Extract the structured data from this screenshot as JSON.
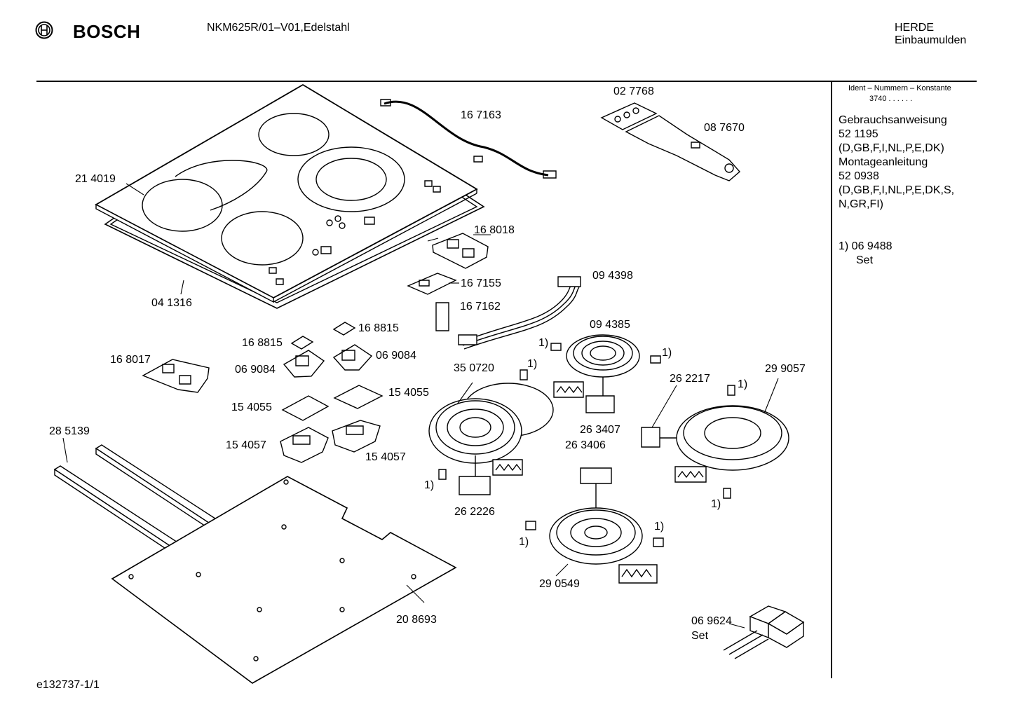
{
  "header": {
    "brand": "BOSCH",
    "model": "NKM625R/01–V01,Edelstahl",
    "category_line1": "HERDE",
    "category_line2": "Einbaumulden"
  },
  "sidebar": {
    "ident_title": "Ident – Nummern – Konstante",
    "ident_value": "3740 .  .  .  .  .  .",
    "docs": [
      "Gebrauchsanweisung",
      "52 1195",
      "(D,GB,F,I,NL,P,E,DK)",
      "Montageanleitung",
      "52 0938",
      "(D,GB,F,I,NL,P,E,DK,S,",
      "N,GR,FI)"
    ],
    "note_line1": "1)  06 9488",
    "note_line2": "Set"
  },
  "footer": {
    "drawing_id": "e132737-1/1"
  },
  "part_labels": [
    "21 4019",
    "16 7163",
    "02 7768",
    "08 7670",
    "16 8018",
    "04 1316",
    "16 7155",
    "09 4398",
    "16 7162",
    "16 8815",
    "16 8815",
    "09 4385",
    "16 8017",
    "06 9084",
    "06 9084",
    "35 0720",
    "26 2217",
    "29 9057",
    "15 4055",
    "15 4055",
    "26 3407",
    "28 5139",
    "15 4057",
    "15 4057",
    "26 3406",
    "26 2226",
    "29 0549",
    "20 8693",
    "06 9624",
    "Set"
  ],
  "footnote_markers": [
    "1)",
    "1)",
    "1)",
    "1)",
    "1)",
    "1)",
    "1)",
    "1)"
  ]
}
